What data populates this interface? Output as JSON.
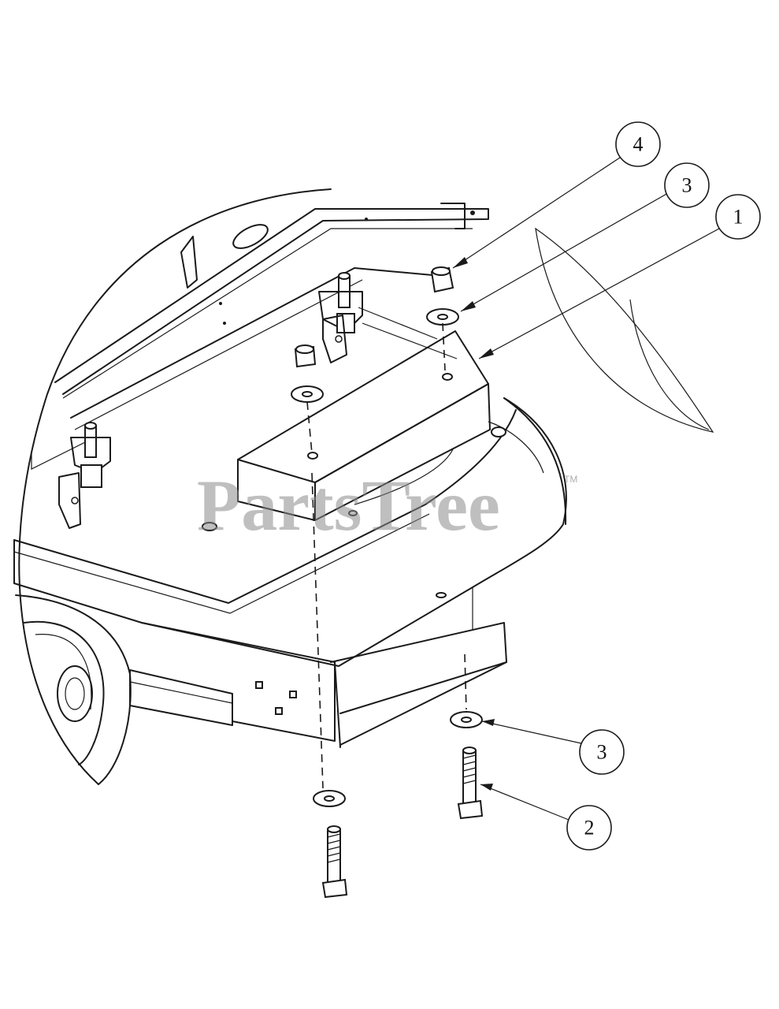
{
  "colors": {
    "ink": "#1a1a1a",
    "background": "#ffffff",
    "watermark": "#8a8a8a"
  },
  "callouts": [
    {
      "number": "4",
      "part": "nut"
    },
    {
      "number": "3",
      "part": "washer"
    },
    {
      "number": "1",
      "part": "weight-block"
    },
    {
      "number": "3",
      "part": "washer"
    },
    {
      "number": "2",
      "part": "bolt"
    }
  ],
  "watermark": {
    "text": "PartsTree",
    "trademark": "TM"
  }
}
